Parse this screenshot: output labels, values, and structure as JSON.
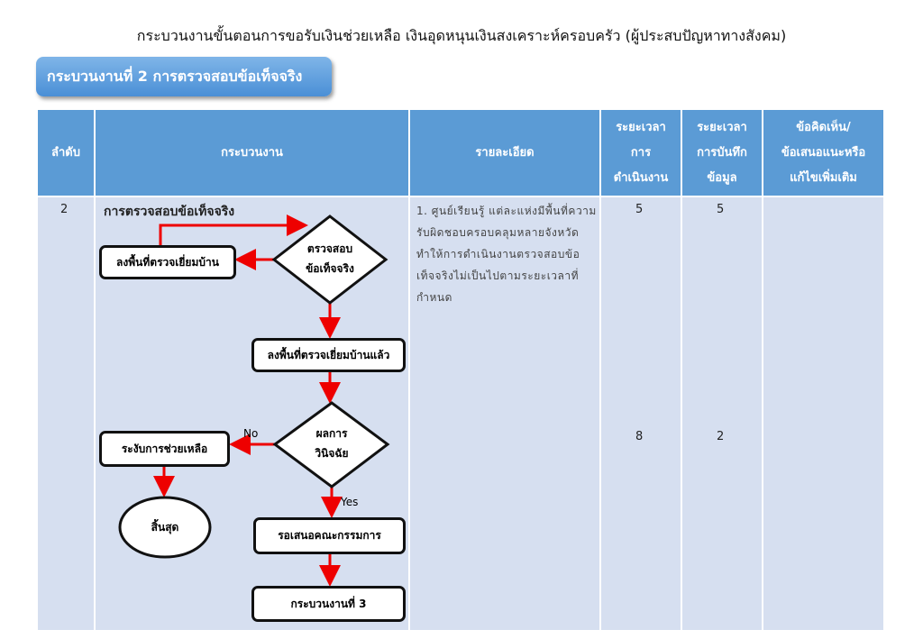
{
  "title": "กระบวนงานขั้นตอนการขอรับเงินช่วยเหลือ เงินอุดหนุนเงินสงเคราะห์ครอบครัว (ผู้ประสบปัญหาทางสังคม)",
  "banner": "กระบวนงานที่ 2 การตรวจสอบข้อเท็จจริง",
  "headers": [
    "ลำดับ",
    "กระบวนงาน",
    "รายละเอียด",
    "ระยะเวลา\nการ\nดำเนินงาน",
    "ระยะเวลา\nการบันทึก\nข้อมูล",
    "ข้อคิดเห็น/\nข้อเสนอแนะหรือ\nแก้ไขเพิ่มเติม"
  ],
  "row": {
    "order": "2",
    "process_title": "การตรวจสอบข้อเท็จจริง",
    "detail": "1. ศูนย์เรียนรู้ แต่ละแห่งมีพื้นที่ความรับผิดชอบครอบคลุมหลายจังหวัด ทำให้การดำเนินงานตรวจสอบข้อเท็จจริงไม่เป็นไปตามระยะเวลาที่กำหนด",
    "duration": [
      "5",
      "8"
    ],
    "record": [
      "5",
      "2"
    ]
  },
  "flow": {
    "visit_home": "ลงพื้นที่ตรวจเยี่ยมบ้าน",
    "verify": "ตรวจสอบ\nข้อเท็จจริง",
    "visited": "ลงพื้นที่ตรวจเยี่ยมบ้านแล้ว",
    "result": "ผลการ\nวินิจฉัย",
    "no": "No",
    "yes": "Yes",
    "suspend": "ระงับการช่วยเหลือ",
    "end": "สิ้นสุด",
    "committee": "รอเสนอคณะกรรมการ",
    "next": "กระบวนงานที่ 3"
  }
}
